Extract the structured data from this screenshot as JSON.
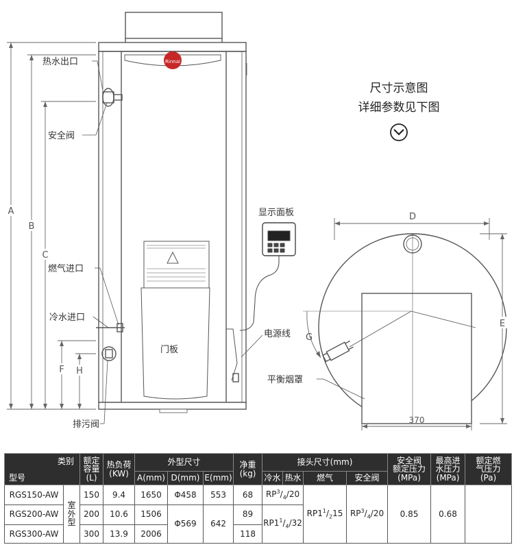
{
  "diagram": {
    "title_line1": "尺寸示意图",
    "title_line2": "详细参数见下图",
    "callouts": {
      "hot_water_outlet": "热水出口",
      "safety_valve": "安全阀",
      "gas_inlet": "燃气进口",
      "cold_water_inlet": "冷水进口",
      "drain_valve": "排污阀",
      "door_panel": "门板",
      "display_panel": "显示面板",
      "power_cord": "电源线",
      "balanced_flue": "平衡烟罩"
    },
    "dimension_letters": {
      "A": "A",
      "B": "B",
      "C": "C",
      "F": "F",
      "H": "H",
      "D": "D",
      "E": "E",
      "G": "G"
    },
    "depth_value": "370"
  },
  "table": {
    "corner_top": "类别",
    "corner_bottom": "型号",
    "headers": {
      "capacity": "额定\n容量\n(L)",
      "heat_load": "热负荷\n(KW)",
      "outer_dims": "外型尺寸",
      "net_weight": "净重\n(kg)",
      "connections": "接头尺寸(mm)",
      "safety_pressure": "安全阀\n额定压力\n(MPa)",
      "max_inlet_pressure": "最高进\n水压力\n(MPa)",
      "gas_pressure": "额定燃\n气压力\n(Pa)"
    },
    "subheaders": {
      "a": "A(mm)",
      "d": "D(mm)",
      "e": "E(mm)",
      "cold": "冷水",
      "hot": "热水",
      "gas": "燃气",
      "safety": "安全阀"
    },
    "install_type": "室\n外\n型",
    "rows": [
      {
        "model": "RGS150-AW",
        "capacity": "150",
        "heat_load": "9.4",
        "a": "1650",
        "d": "Φ458",
        "e": "553",
        "weight": "68"
      },
      {
        "model": "RGS200-AW",
        "capacity": "200",
        "heat_load": "10.6",
        "a": "1506",
        "weight": "89"
      },
      {
        "model": "RGS300-AW",
        "capacity": "300",
        "heat_load": "13.9",
        "a": "2006",
        "weight": "118"
      }
    ],
    "shared": {
      "d_large": "Φ569",
      "e_large": "642",
      "water_small": {
        "main": "RP3",
        "frac": "/4/20"
      },
      "water_large": {
        "main": "RP11",
        "frac": "/4/32"
      },
      "gas_conn": "RP11/2 15",
      "safety_conn": "RP3/4/20",
      "safety_pressure": "0.85",
      "max_inlet_pressure": "0.68",
      "gas_pressure": ""
    }
  }
}
